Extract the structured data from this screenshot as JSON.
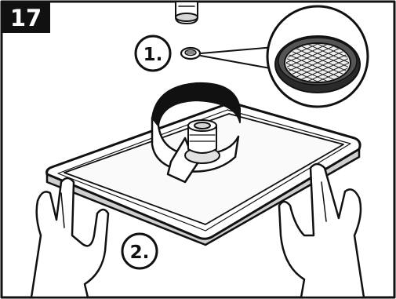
{
  "step": {
    "number": "17"
  },
  "callouts": [
    {
      "id": "1",
      "label": "1."
    },
    {
      "id": "2",
      "label": "2."
    }
  ],
  "icons": [
    "faucet-nozzle-icon",
    "aerator-screen-icon",
    "magnified-aerator-icon",
    "rotate-arrow-icon",
    "hand-icon"
  ],
  "colors": {
    "ink": "#111111",
    "badge": "#111111",
    "paper": "#ffffff",
    "shade": "#d6d6d6"
  }
}
